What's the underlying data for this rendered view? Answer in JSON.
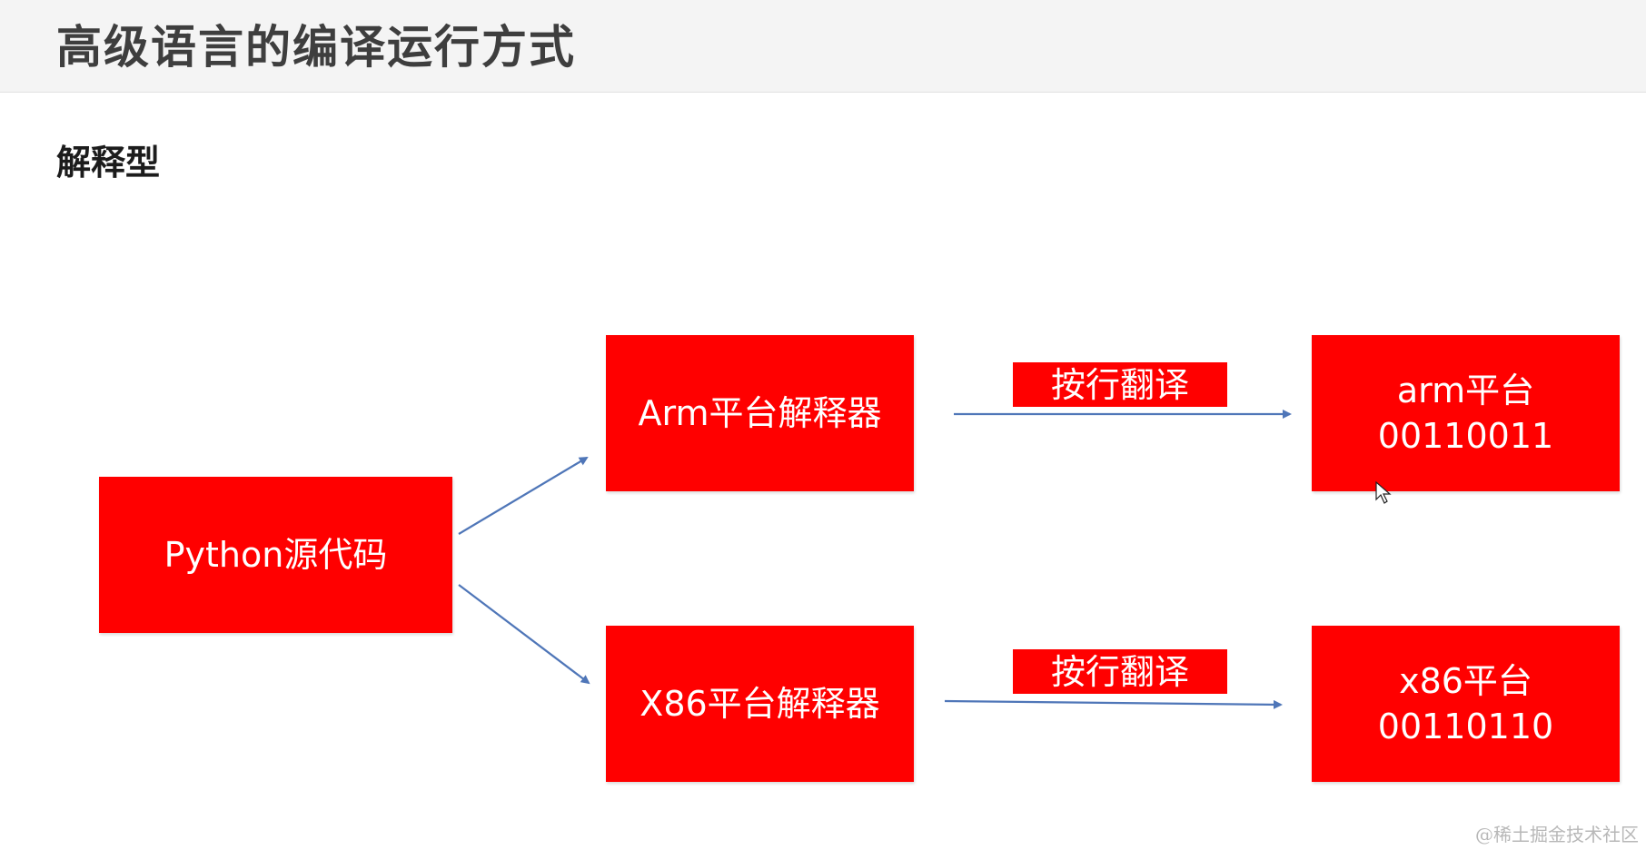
{
  "header": {
    "title": "高级语言的编译运行方式"
  },
  "section": {
    "title": "解释型"
  },
  "diagram": {
    "source": {
      "label": "Python源代码"
    },
    "interpreters": [
      {
        "label": "Arm平台解释器"
      },
      {
        "label": "X86平台解释器"
      }
    ],
    "edge_labels": [
      {
        "label": "按行翻译"
      },
      {
        "label": "按行翻译"
      }
    ],
    "targets": [
      {
        "name": "arm平台",
        "code": "00110011"
      },
      {
        "name": "x86平台",
        "code": "00110110"
      }
    ]
  },
  "colors": {
    "box": "#ff0000",
    "arrow": "#4f76b8",
    "text": "#ffffff"
  },
  "watermark": "@稀土掘金技术社区"
}
